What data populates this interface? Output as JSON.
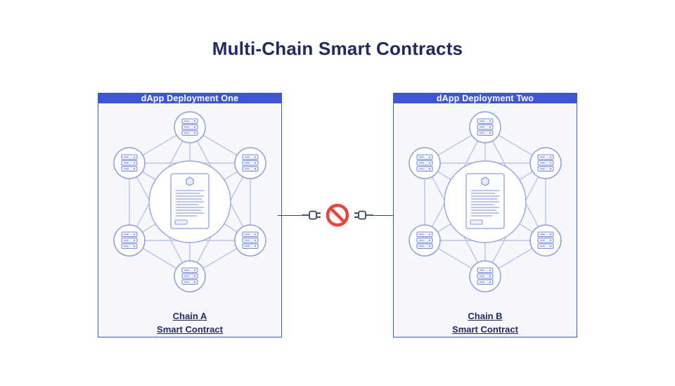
{
  "title": "Multi-Chain Smart Contracts",
  "panels": [
    {
      "header": "dApp Deployment One",
      "chain": "Chain A",
      "contract": "Smart Contract"
    },
    {
      "header": "dApp Deployment Two",
      "chain": "Chain B",
      "contract": "Smart Contract"
    }
  ],
  "connector": {
    "left_icon": "plug-icon",
    "right_icon": "plug-icon",
    "center_icon": "no-entry-icon",
    "meaning": "chains cannot connect directly"
  },
  "node_icon": "server-icon",
  "center_icon": "smart-contract-document-icon",
  "colors": {
    "header_blue": "#3d56d4",
    "panel_bg": "#f6f8fe",
    "navy": "#1f2a63",
    "mesh_line": "#b7c2ee",
    "prohibition_red": "#e8453c"
  }
}
